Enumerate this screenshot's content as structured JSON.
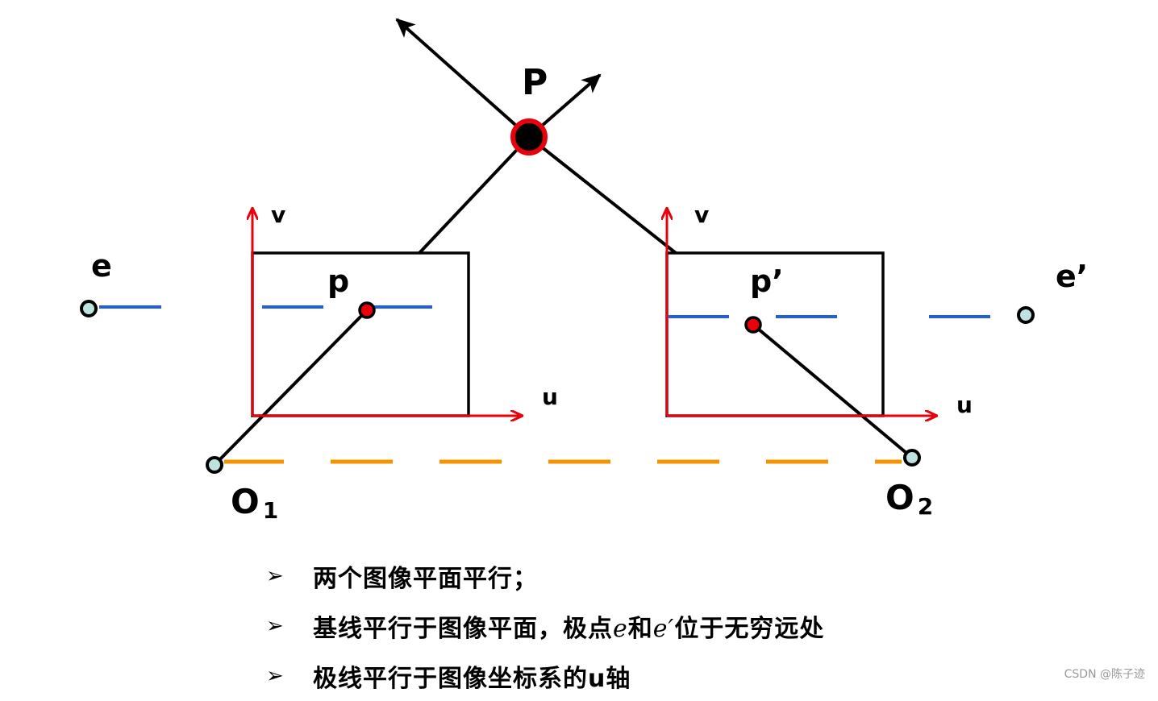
{
  "diagram": {
    "labels": {
      "P": "P",
      "p": "p",
      "p_prime": "p’",
      "e": "e",
      "e_prime": "e’",
      "v_left": "v",
      "u_left": "u",
      "v_right": "v",
      "u_right": "u",
      "O1": "O",
      "O1_sub": "1",
      "O2": "O",
      "O2_sub": "2"
    },
    "colors": {
      "axis": "#e8000b",
      "epipolar": "#1f5fe0",
      "baseline": "#f59300",
      "point_fill": "#bde3e0"
    }
  },
  "bullets": [
    {
      "text": "两个图像平面平行；"
    },
    {
      "text_a": "基线平行于图像平面，极点",
      "e": "e",
      "text_b": "和",
      "e_prime": "e′",
      "text_c": "位于无穷远处"
    },
    {
      "text": "极线平行于图像坐标系的u轴"
    }
  ],
  "bullet_icon": "arrowhead-bullet-icon",
  "watermark": "CSDN @陈子迹"
}
